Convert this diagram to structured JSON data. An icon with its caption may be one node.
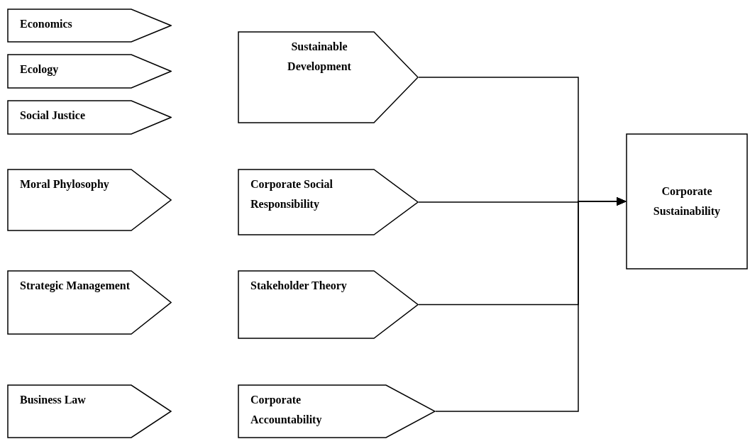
{
  "diagram": {
    "nodes": [
      {
        "text": [
          "Economics"
        ]
      },
      {
        "text": [
          "Ecology"
        ]
      },
      {
        "text": [
          "Social Justice"
        ]
      },
      {
        "text": [
          "Moral Phylosophy"
        ]
      },
      {
        "text": [
          "Strategic Management"
        ]
      },
      {
        "text": [
          "Business Law"
        ]
      },
      {
        "text": [
          "Sustainable Development"
        ]
      },
      {
        "text": [
          "Corporate Social Responsibility"
        ]
      },
      {
        "text": [
          "Stakeholder Theory"
        ]
      },
      {
        "text": [
          "Corporate Accountability"
        ]
      },
      {
        "text": [
          "Corporate Sustainability"
        ]
      }
    ],
    "edges": [
      {
        "from": 6,
        "to": 10,
        "arrow": "to"
      },
      {
        "from": 7,
        "to": 10,
        "arrow": "to"
      },
      {
        "from": 8,
        "to": 10,
        "arrow": "to"
      },
      {
        "from": 9,
        "to": 10,
        "arrow": "to"
      }
    ]
  }
}
